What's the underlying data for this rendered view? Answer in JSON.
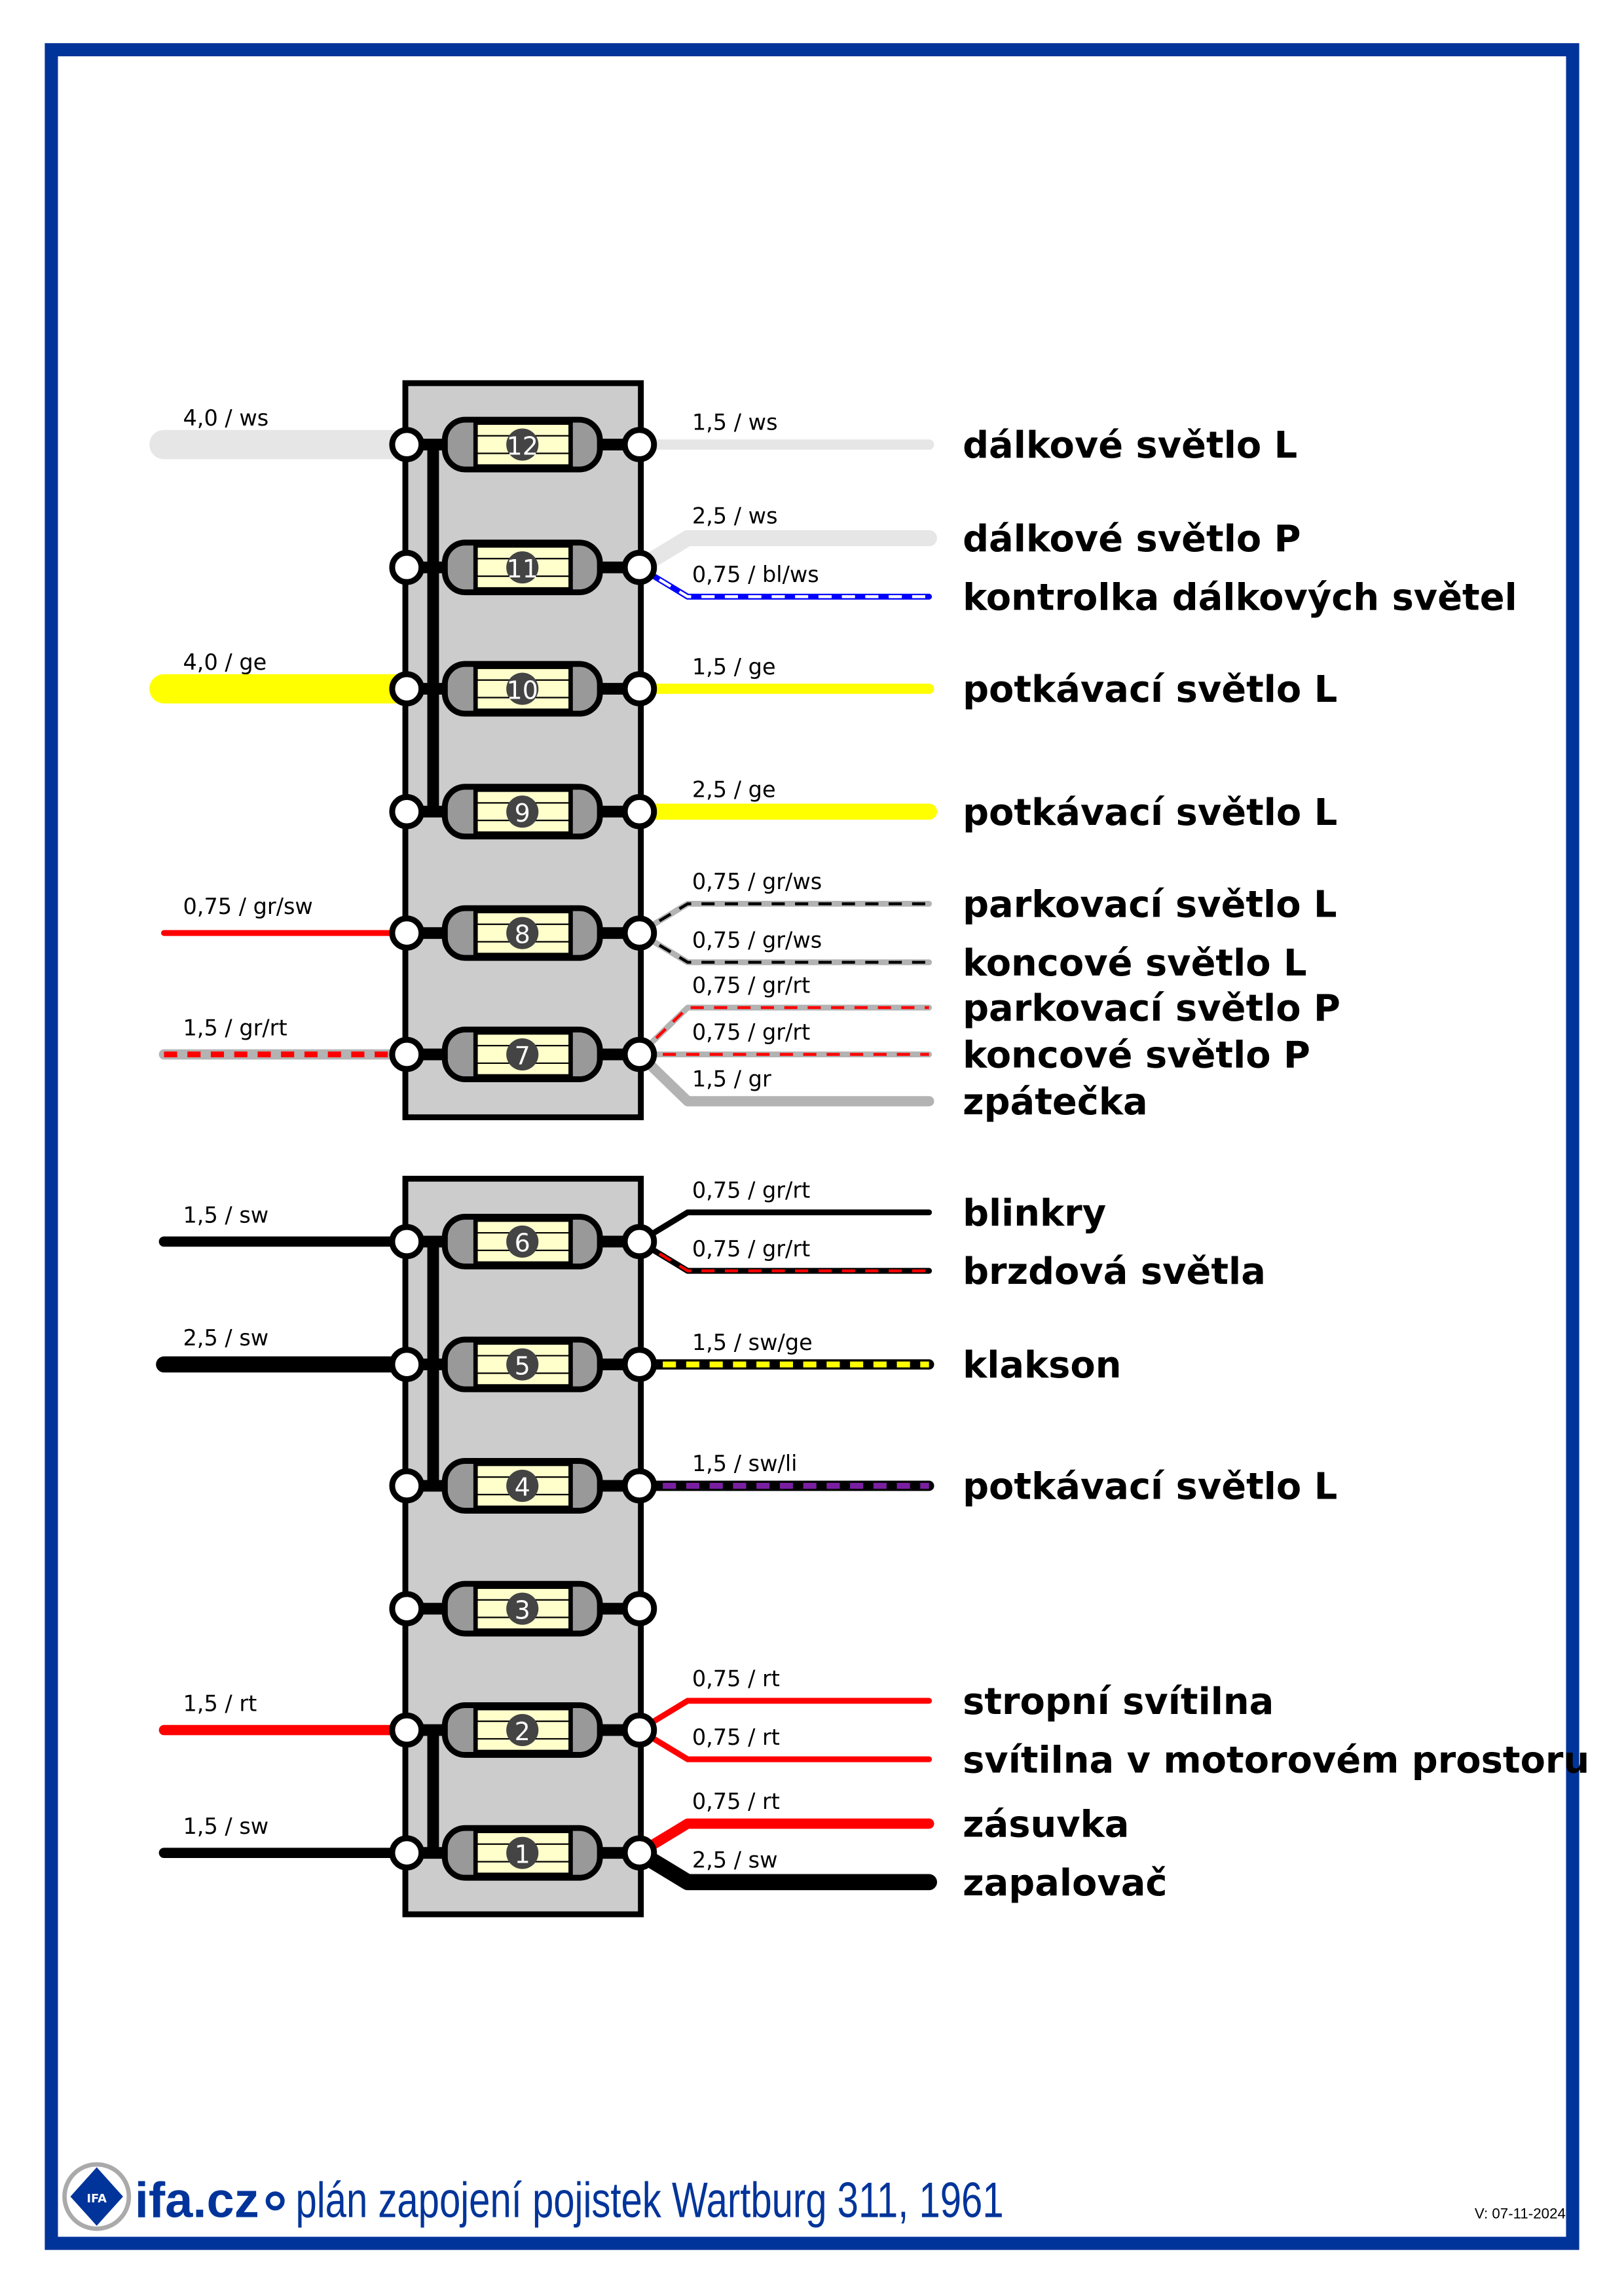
{
  "colors": {
    "frame": "#00349a",
    "box": "#cccccc",
    "ws": "#e6e6e6",
    "ge": "#ffff00",
    "rt": "#ff0000",
    "gr": "#b3b3b3",
    "sw": "#000000",
    "bl": "#0000ff",
    "li": "#7a1fa2",
    "white": "#ffffff"
  },
  "fuses": [
    {
      "num": "12",
      "left": {
        "label": "4,0  /  ws",
        "gauge": 4.0,
        "color": "ws"
      },
      "right": [
        {
          "label": "1,5  /  ws",
          "gauge": 1.5,
          "color": "ws",
          "dest": "dálkové světlo L"
        }
      ]
    },
    {
      "num": "11",
      "right": [
        {
          "label": "2,5  /  ws",
          "gauge": 2.5,
          "color": "ws",
          "dest": "dálkové světlo P"
        },
        {
          "label": "0,75  /  bl/ws",
          "gauge": 0.75,
          "color": "bl",
          "dash": "white",
          "dest": "kontrolka dálkových světel"
        }
      ]
    },
    {
      "num": "10",
      "left": {
        "label": "4,0  /  ge",
        "gauge": 4.0,
        "color": "ge"
      },
      "right": [
        {
          "label": "1,5  /  ge",
          "gauge": 1.5,
          "color": "ge",
          "dest": "potkávací světlo L"
        }
      ]
    },
    {
      "num": "9",
      "right": [
        {
          "label": "2,5  /  ge",
          "gauge": 2.5,
          "color": "ge",
          "dest": "potkávací světlo L"
        }
      ]
    },
    {
      "num": "8",
      "left": {
        "label": "0,75  /  gr/sw",
        "gauge": 0.75,
        "color": "rt"
      },
      "right": [
        {
          "label": "0,75  /  gr/ws",
          "gauge": 0.75,
          "color": "gr",
          "dash": "sw",
          "dest": "parkovací světlo L"
        },
        {
          "label": "0,75  /  gr/ws",
          "gauge": 0.75,
          "color": "gr",
          "dash": "sw",
          "dest": "koncové světlo L"
        }
      ]
    },
    {
      "num": "7",
      "left": {
        "label": "1,5  /  gr/rt",
        "gauge": 1.5,
        "color": "gr",
        "dash": "rt"
      },
      "right": [
        {
          "label": "0,75  /  gr/rt",
          "gauge": 0.75,
          "color": "gr",
          "dash": "rt",
          "dest": "parkovací světlo P"
        },
        {
          "label": "0,75  /  gr/rt",
          "gauge": 0.75,
          "color": "gr",
          "dash": "rt",
          "dest": "koncové světlo P"
        },
        {
          "label": "1,5  /  gr",
          "gauge": 1.5,
          "color": "gr",
          "dest": "zpátečka"
        }
      ]
    },
    {
      "num": "6",
      "left": {
        "label": "1,5  /  sw",
        "gauge": 1.5,
        "color": "sw"
      },
      "right": [
        {
          "label": "0,75  /  gr/rt",
          "gauge": 0.75,
          "color": "sw",
          "dest": "blinkry"
        },
        {
          "label": "0,75  /  gr/rt",
          "gauge": 0.75,
          "color": "sw",
          "dash": "rt",
          "dest": "brzdová světla"
        }
      ]
    },
    {
      "num": "5",
      "left": {
        "label": "2,5  /  sw",
        "gauge": 2.5,
        "color": "sw"
      },
      "right": [
        {
          "label": "1,5  /  sw/ge",
          "gauge": 1.5,
          "color": "sw",
          "dash": "ge",
          "dest": "klakson"
        }
      ]
    },
    {
      "num": "4",
      "right": [
        {
          "label": "1,5  /  sw/li",
          "gauge": 1.5,
          "color": "sw",
          "dash": "li",
          "dest": "potkávací světlo L"
        }
      ]
    },
    {
      "num": "3",
      "right": []
    },
    {
      "num": "2",
      "left": {
        "label": "1,5  /  rt",
        "gauge": 1.5,
        "color": "rt"
      },
      "right": [
        {
          "label": "0,75  /  rt",
          "gauge": 0.75,
          "color": "rt",
          "dest": "stropní svítilna"
        },
        {
          "label": "0,75  /  rt",
          "gauge": 0.75,
          "color": "rt",
          "dest": "svítilna v motorovém prostoru"
        }
      ]
    },
    {
      "num": "1",
      "left": {
        "label": "1,5  /  sw",
        "gauge": 1.5,
        "color": "sw"
      },
      "right": [
        {
          "label": "0,75  /  rt",
          "gauge": 1.5,
          "color": "rt",
          "dest": "zásuvka"
        },
        {
          "label": "2,5  /  sw",
          "gauge": 2.5,
          "color": "sw",
          "dest": "zapalovač"
        }
      ]
    }
  ],
  "footer": {
    "logo_text": "IFA",
    "brand": "ifa.cz",
    "title": "plán zapojení pojistek Wartburg 311, 1961",
    "version": "V: 07-11-2024"
  }
}
